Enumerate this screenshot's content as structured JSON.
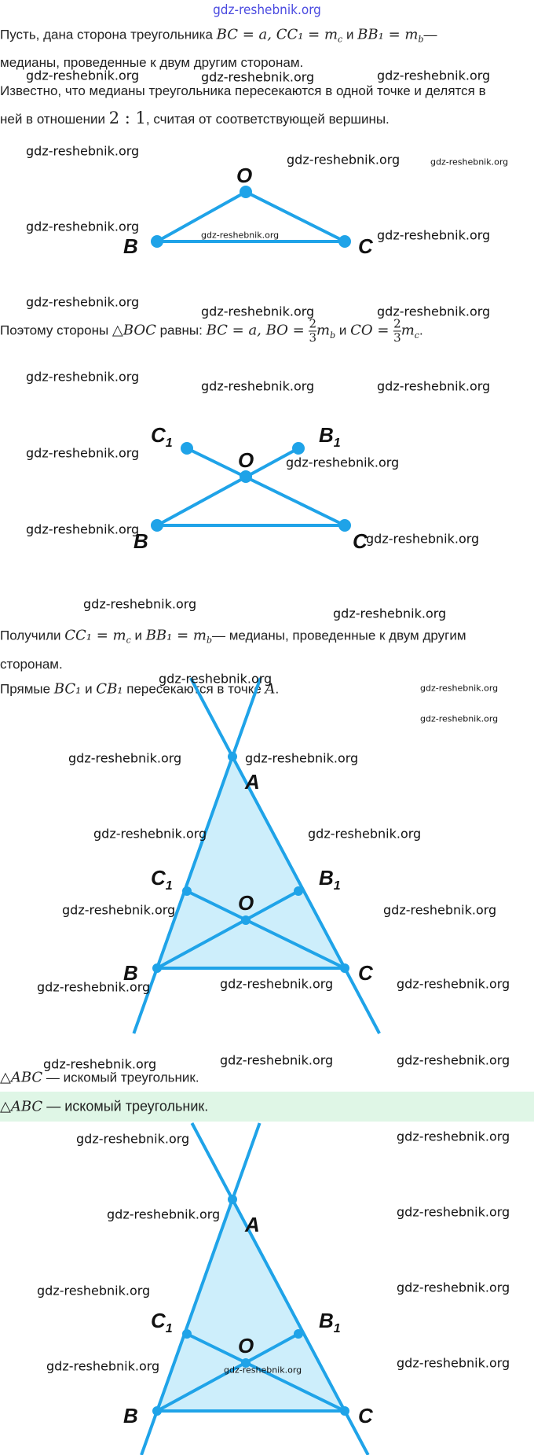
{
  "header": {
    "site": "gdz-reshebnik.org"
  },
  "watermark": "gdz-reshebnik.org",
  "p1": {
    "l1_a": "Пусть, дана сторона треугольника ",
    "l1_m1": "BC = a, CC₁ = m",
    "l1_m1s": "c",
    "l1_b": " и ",
    "l1_m2": "BB₁ = m",
    "l1_m2s": "b",
    "l1_c": "—",
    "l2": "медианы, проведенные к двум другим сторонам.",
    "l3": "Известно, что медианы треугольника пересекаются в одной точке и делятся в",
    "l4_a": "ней в отношении ",
    "l4_m": "2 : 1",
    "l4_b": ", считая от соответствующей вершины."
  },
  "p2": {
    "a": "Поэтому стороны ",
    "m1": "△BOC",
    "b": " равны: ",
    "m2": "BC = a, BO = ",
    "num": "2",
    "den": "3",
    "m3": "m",
    "m3s": "b",
    "c": " и ",
    "m4": "CO = ",
    "m5": "m",
    "m5s": "c",
    "d": "."
  },
  "p3": {
    "l1_a": "Получили ",
    "l1_m1": "CC₁ = m",
    "l1_m1s": "c",
    "l1_b": " и ",
    "l1_m2": "BB₁ = m",
    "l1_m2s": "b",
    "l1_c": "— медианы, проведенные к двум другим",
    "l2": "сторонам.",
    "l3_a": "Прямые ",
    "l3_m1": "BC₁",
    "l3_b": " и ",
    "l3_m2": "CB₁",
    "l3_c": " пересекаются в точке ",
    "l3_m3": "A",
    "l3_d": "."
  },
  "result": {
    "m": "△ABC",
    "text": " — искомый треугольник."
  },
  "answer": {
    "m": "△ABC",
    "text": " — искомый треугольник."
  },
  "labels": {
    "A": "A",
    "B": "B",
    "C": "C",
    "O": "O",
    "C1": "C",
    "B1": "B",
    "one": "1"
  },
  "colors": {
    "line": "#1fa3e8",
    "fill": "#cdeefb",
    "answer_bg": "#dff6e6",
    "header": "#4a4ae0"
  }
}
